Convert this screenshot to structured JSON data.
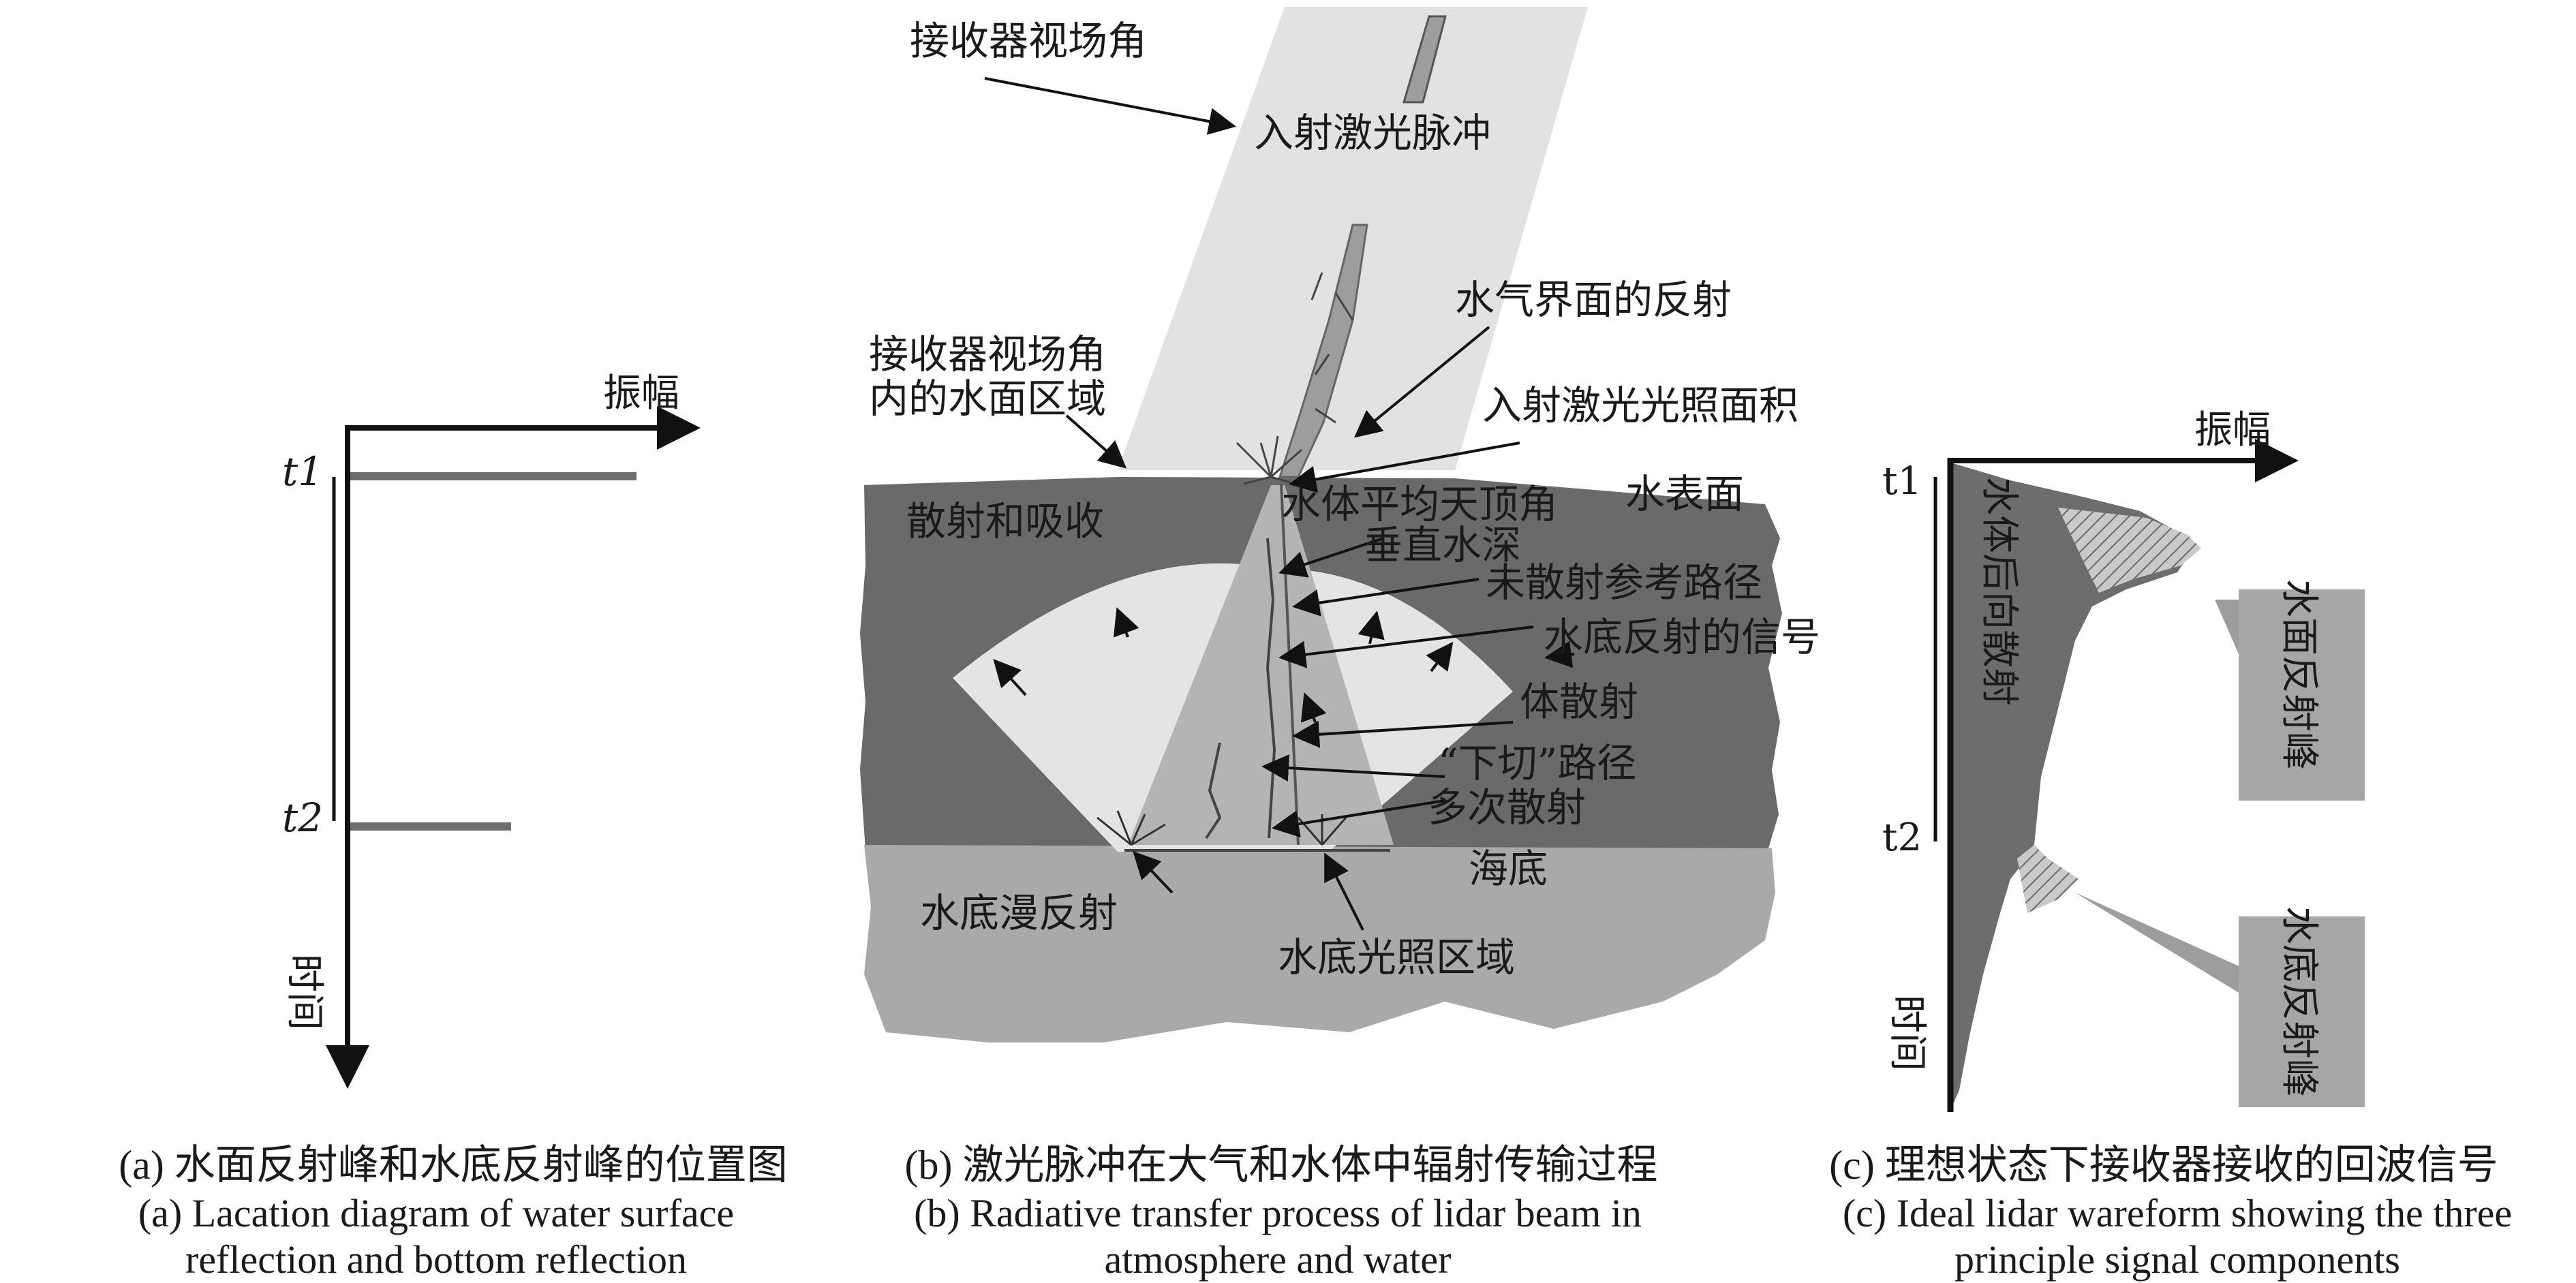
{
  "panel_a": {
    "amplitude_label": "振幅",
    "time_label": "时间",
    "t1_label": "t1",
    "t2_label": "t2",
    "caption_cn": "(a) 水面反射峰和水底反射峰的位置图",
    "caption_en_1": "(a) Lacation diagram of water surface",
    "caption_en_2": "reflection and bottom reflection"
  },
  "panel_b": {
    "labels": {
      "receiver_fov": "接收器视场角",
      "incident_pulse": "入射激光脉冲",
      "air_water_reflection": "水气界面的反射",
      "fov_water_area_1": "接收器视场角",
      "fov_water_area_2": "内的水面区域",
      "incident_footprint": "入射激光光照面积",
      "scatter_absorb": "散射和吸收",
      "mean_zenith": "水体平均天顶角",
      "water_surface": "水表面",
      "vertical_depth": "垂直水深",
      "unscattered_path": "未散射参考路径",
      "bottom_signal": "水底反射的信号",
      "volume_scatter": "体散射",
      "undercut_path": "“下切”路径",
      "multi_scatter": "多次散射",
      "seabed": "海底",
      "bottom_diffuse": "水底漫反射",
      "bottom_illuminated": "水底光照区域"
    },
    "caption_cn": "(b) 激光脉冲在大气和水体中辐射传输过程",
    "caption_en_1": "(b) Radiative transfer process of lidar beam in",
    "caption_en_2": "atmosphere and water"
  },
  "panel_c": {
    "amplitude_label": "振幅",
    "time_label": "时间",
    "t1_label": "t1",
    "t2_label": "t2",
    "backscatter_label": "水体后向散射",
    "surface_peak_label": "水面反射峰",
    "bottom_peak_label": "水底反射峰",
    "caption_cn": "(c) 理想状态下接收器接收的回波信号",
    "caption_en_1": "(c) Ideal lidar wareform showing the three",
    "caption_en_2": "principle signal components"
  }
}
